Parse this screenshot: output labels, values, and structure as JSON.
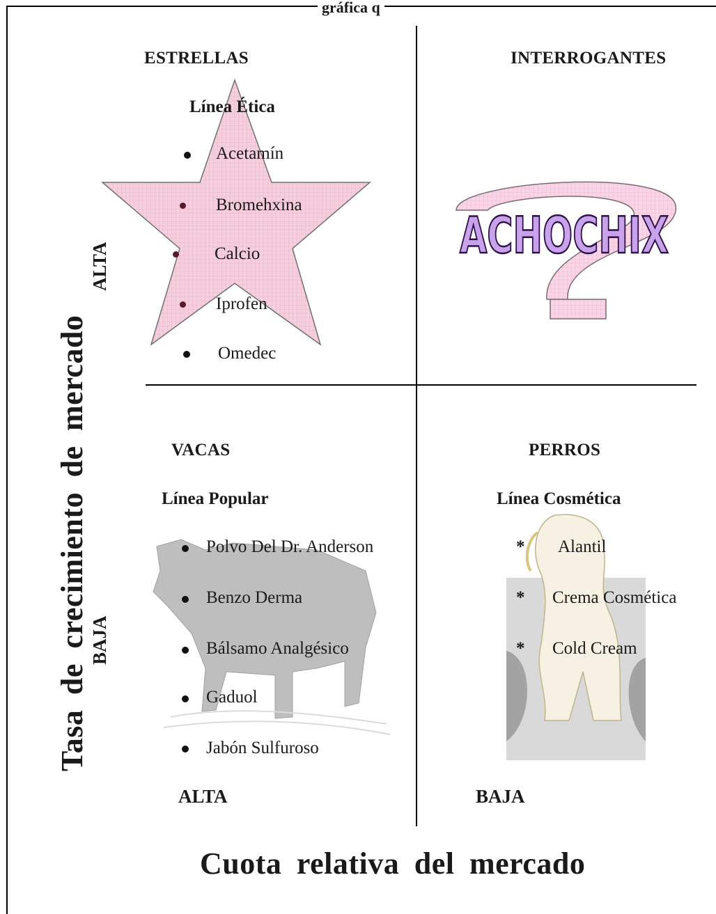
{
  "header": {
    "title_partial": "gráfica q"
  },
  "quadrants": {
    "stars": {
      "title": "ESTRELLAS",
      "line": "Línea Ética",
      "items": [
        "Acetamín",
        "Bromehxina",
        "Calcio",
        "Iprofen",
        "Omedec"
      ]
    },
    "question": {
      "title": "INTERROGANTES",
      "product": "ACHOCHIX"
    },
    "cows": {
      "title": "VACAS",
      "line": "Línea Popular",
      "items": [
        "Polvo Del Dr. Anderson",
        "Benzo Derma",
        "Bálsamo Analgésico",
        "Gaduol",
        "Jabón Sulfuroso"
      ]
    },
    "dogs": {
      "title": "PERROS",
      "line": "Línea Cosmética",
      "bullet": "*",
      "items": [
        "Alantil",
        "Crema Cosmética",
        "Cold Cream"
      ]
    }
  },
  "axes": {
    "y_title": "Tasa de crecimiento de mercado",
    "y_high": "ALTA",
    "y_low": "BAJA",
    "x_title": "Cuota relativa del mercado",
    "x_high": "ALTA",
    "x_low": "BAJA"
  },
  "icons": {
    "star": "star-icon",
    "question": "question-mark-icon",
    "cow": "cow-icon",
    "dog": "dog-icon"
  },
  "colors": {
    "star_fill": "#f3c9d9",
    "star_stroke": "#6a6a6a",
    "question_fill": "#f6cde0",
    "wordart_fill": "#c9a2ec",
    "wordart_stroke": "#3a1a5a"
  }
}
